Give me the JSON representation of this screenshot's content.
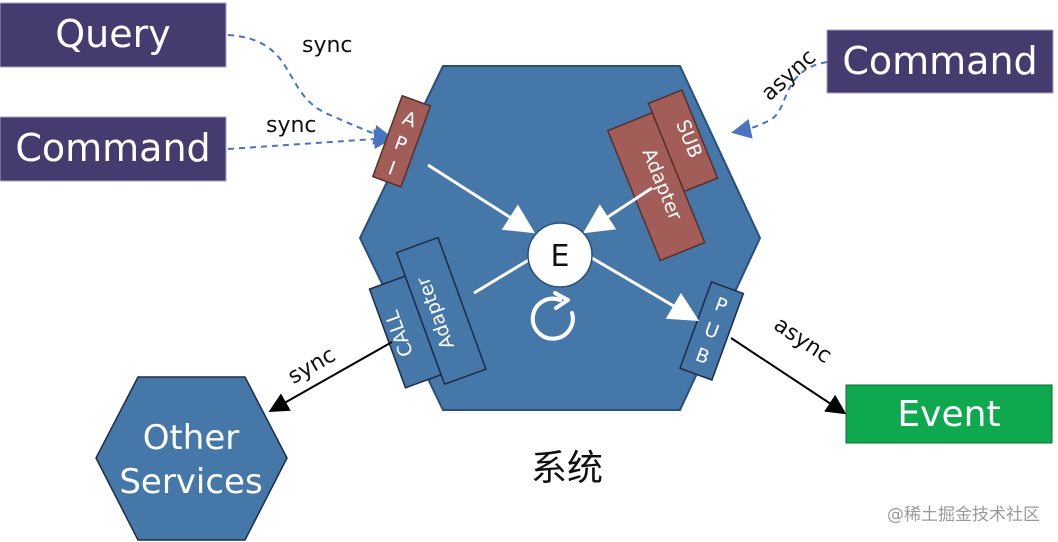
{
  "inputs": {
    "query_label": "Query",
    "command_left_label": "Command",
    "command_right_label": "Command"
  },
  "edges": {
    "query_sync": "sync",
    "command_sync": "sync",
    "command_async": "async",
    "call_sync": "sync",
    "pub_async": "async"
  },
  "ports": {
    "api": [
      "A",
      "P",
      "I"
    ],
    "sub": "SUB",
    "sub_adapter": "Adapter",
    "call": "CALL",
    "call_adapter": "Adapter",
    "pub": [
      "P",
      "U",
      "B"
    ]
  },
  "core": {
    "entity_label": "E"
  },
  "outputs": {
    "other_services": [
      "Other",
      "Services"
    ],
    "event_label": "Event"
  },
  "system_caption": "系统",
  "watermark": "@稀土掘金技术社区",
  "colors": {
    "input_box": "#453b6e",
    "hexagon": "#4577a8",
    "adapter_brown": "#a25d58",
    "event_green": "#0ea84e",
    "dashed_edge": "#4a73c0"
  }
}
